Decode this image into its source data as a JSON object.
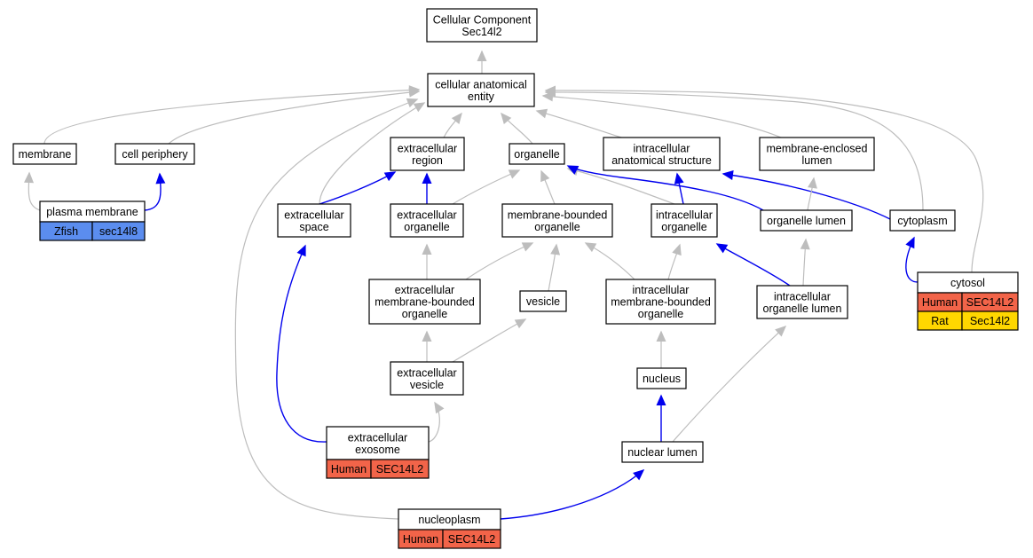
{
  "colors": {
    "human": "#f26449",
    "rat": "#ffd700",
    "zfish": "#5b8def",
    "edge_is_a": "#bdbdbd",
    "edge_part_of": "#0000ee"
  },
  "nodes": {
    "root": {
      "lines": [
        "Cellular Component",
        "Sec14l2"
      ]
    },
    "cae": {
      "lines": [
        "cellular anatomical",
        "entity"
      ]
    },
    "membrane": {
      "lines": [
        "membrane"
      ]
    },
    "cell_periphery": {
      "lines": [
        "cell periphery"
      ]
    },
    "extracellular_region": {
      "lines": [
        "extracellular",
        "region"
      ]
    },
    "organelle": {
      "lines": [
        "organelle"
      ]
    },
    "intracellular_anatomical_structure": {
      "lines": [
        "intracellular",
        "anatomical structure"
      ]
    },
    "membrane_enclosed_lumen": {
      "lines": [
        "membrane-enclosed",
        "lumen"
      ]
    },
    "plasma_membrane": {
      "lines": [
        "plasma membrane"
      ],
      "annotations": [
        {
          "species": "Zfish",
          "gene": "sec14l8"
        }
      ]
    },
    "extracellular_space": {
      "lines": [
        "extracellular",
        "space"
      ]
    },
    "extracellular_organelle": {
      "lines": [
        "extracellular",
        "organelle"
      ]
    },
    "membrane_bounded_organelle": {
      "lines": [
        "membrane-bounded",
        "organelle"
      ]
    },
    "intracellular_organelle": {
      "lines": [
        "intracellular",
        "organelle"
      ]
    },
    "organelle_lumen": {
      "lines": [
        "organelle lumen"
      ]
    },
    "cytoplasm": {
      "lines": [
        "cytoplasm"
      ]
    },
    "cytosol": {
      "lines": [
        "cytosol"
      ],
      "annotations": [
        {
          "species": "Human",
          "gene": "SEC14L2"
        },
        {
          "species": "Rat",
          "gene": "Sec14l2"
        }
      ]
    },
    "extracellular_mbo": {
      "lines": [
        "extracellular",
        "membrane-bounded",
        "organelle"
      ]
    },
    "vesicle": {
      "lines": [
        "vesicle"
      ]
    },
    "intracellular_mbo": {
      "lines": [
        "intracellular",
        "membrane-bounded",
        "organelle"
      ]
    },
    "intracellular_organelle_lumen": {
      "lines": [
        "intracellular",
        "organelle lumen"
      ]
    },
    "extracellular_vesicle": {
      "lines": [
        "extracellular",
        "vesicle"
      ]
    },
    "nucleus": {
      "lines": [
        "nucleus"
      ]
    },
    "extracellular_exosome": {
      "lines": [
        "extracellular",
        "exosome"
      ],
      "annotations": [
        {
          "species": "Human",
          "gene": "SEC14L2"
        }
      ]
    },
    "nuclear_lumen": {
      "lines": [
        "nuclear lumen"
      ]
    },
    "nucleoplasm": {
      "lines": [
        "nucleoplasm"
      ],
      "annotations": [
        {
          "species": "Human",
          "gene": "SEC14L2"
        }
      ]
    }
  },
  "edges": [
    {
      "from": "cae",
      "to": "root",
      "type": "is_a"
    },
    {
      "from": "membrane",
      "to": "cae",
      "type": "is_a"
    },
    {
      "from": "cell_periphery",
      "to": "cae",
      "type": "is_a"
    },
    {
      "from": "extracellular_region",
      "to": "cae",
      "type": "is_a"
    },
    {
      "from": "organelle",
      "to": "cae",
      "type": "is_a"
    },
    {
      "from": "intracellular_anatomical_structure",
      "to": "cae",
      "type": "is_a"
    },
    {
      "from": "membrane_enclosed_lumen",
      "to": "cae",
      "type": "is_a"
    },
    {
      "from": "extracellular_space",
      "to": "cae",
      "type": "is_a"
    },
    {
      "from": "cytoplasm",
      "to": "cae",
      "type": "is_a"
    },
    {
      "from": "cytosol",
      "to": "cae",
      "type": "is_a"
    },
    {
      "from": "nucleoplasm",
      "to": "cae",
      "type": "is_a"
    },
    {
      "from": "plasma_membrane",
      "to": "membrane",
      "type": "is_a"
    },
    {
      "from": "plasma_membrane",
      "to": "cell_periphery",
      "type": "part_of"
    },
    {
      "from": "extracellular_space",
      "to": "extracellular_region",
      "type": "part_of"
    },
    {
      "from": "extracellular_organelle",
      "to": "extracellular_region",
      "type": "part_of"
    },
    {
      "from": "extracellular_organelle",
      "to": "organelle",
      "type": "is_a"
    },
    {
      "from": "membrane_bounded_organelle",
      "to": "organelle",
      "type": "is_a"
    },
    {
      "from": "intracellular_organelle",
      "to": "organelle",
      "type": "is_a"
    },
    {
      "from": "organelle_lumen",
      "to": "organelle",
      "type": "part_of"
    },
    {
      "from": "intracellular_organelle",
      "to": "intracellular_anatomical_structure",
      "type": "part_of"
    },
    {
      "from": "cytoplasm",
      "to": "intracellular_anatomical_structure",
      "type": "part_of"
    },
    {
      "from": "organelle_lumen",
      "to": "membrane_enclosed_lumen",
      "type": "is_a"
    },
    {
      "from": "cytosol",
      "to": "cytoplasm",
      "type": "part_of"
    },
    {
      "from": "extracellular_mbo",
      "to": "extracellular_organelle",
      "type": "is_a"
    },
    {
      "from": "extracellular_mbo",
      "to": "membrane_bounded_organelle",
      "type": "is_a"
    },
    {
      "from": "vesicle",
      "to": "membrane_bounded_organelle",
      "type": "is_a"
    },
    {
      "from": "intracellular_mbo",
      "to": "membrane_bounded_organelle",
      "type": "is_a"
    },
    {
      "from": "intracellular_mbo",
      "to": "intracellular_organelle",
      "type": "is_a"
    },
    {
      "from": "intracellular_organelle_lumen",
      "to": "intracellular_organelle",
      "type": "part_of"
    },
    {
      "from": "intracellular_organelle_lumen",
      "to": "organelle_lumen",
      "type": "is_a"
    },
    {
      "from": "extracellular_vesicle",
      "to": "extracellular_mbo",
      "type": "is_a"
    },
    {
      "from": "extracellular_vesicle",
      "to": "vesicle",
      "type": "is_a"
    },
    {
      "from": "nucleus",
      "to": "intracellular_mbo",
      "type": "is_a"
    },
    {
      "from": "extracellular_exosome",
      "to": "extracellular_vesicle",
      "type": "is_a"
    },
    {
      "from": "extracellular_exosome",
      "to": "extracellular_space",
      "type": "part_of"
    },
    {
      "from": "nuclear_lumen",
      "to": "nucleus",
      "type": "part_of"
    },
    {
      "from": "nuclear_lumen",
      "to": "intracellular_organelle_lumen",
      "type": "is_a"
    },
    {
      "from": "nucleoplasm",
      "to": "nuclear_lumen",
      "type": "part_of"
    }
  ]
}
